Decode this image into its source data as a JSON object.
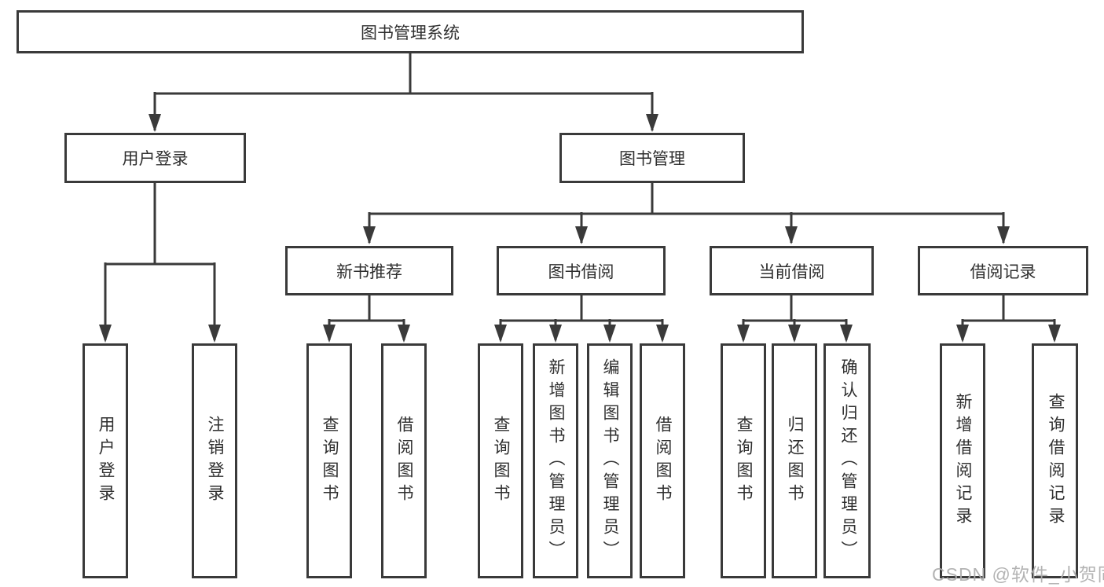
{
  "watermark": "CSDN @软件_小贺同学",
  "colors": {
    "line": "#3a3a3a",
    "text": "#2f2f2f",
    "background": "#ffffff",
    "watermark": "#acacac"
  },
  "tree": {
    "root": {
      "label": "图书管理系统"
    },
    "branches": [
      {
        "label": "用户登录",
        "children": [
          {
            "label": "用户登录"
          },
          {
            "label": "注销登录"
          }
        ]
      },
      {
        "label": "图书管理",
        "children": [
          {
            "label": "新书推荐",
            "children": [
              {
                "label": "查询图书"
              },
              {
                "label": "借阅图书"
              }
            ]
          },
          {
            "label": "图书借阅",
            "children": [
              {
                "label": "查询图书"
              },
              {
                "label": "新增图书（管理员）"
              },
              {
                "label": "编辑图书（管理员）"
              },
              {
                "label": "借阅图书"
              }
            ]
          },
          {
            "label": "当前借阅",
            "children": [
              {
                "label": "查询图书"
              },
              {
                "label": "归还图书"
              },
              {
                "label": "确认归还（管理员）"
              }
            ]
          },
          {
            "label": "借阅记录",
            "children": [
              {
                "label": "新增借阅记录"
              },
              {
                "label": "查询借阅记录"
              }
            ]
          }
        ]
      }
    ]
  }
}
